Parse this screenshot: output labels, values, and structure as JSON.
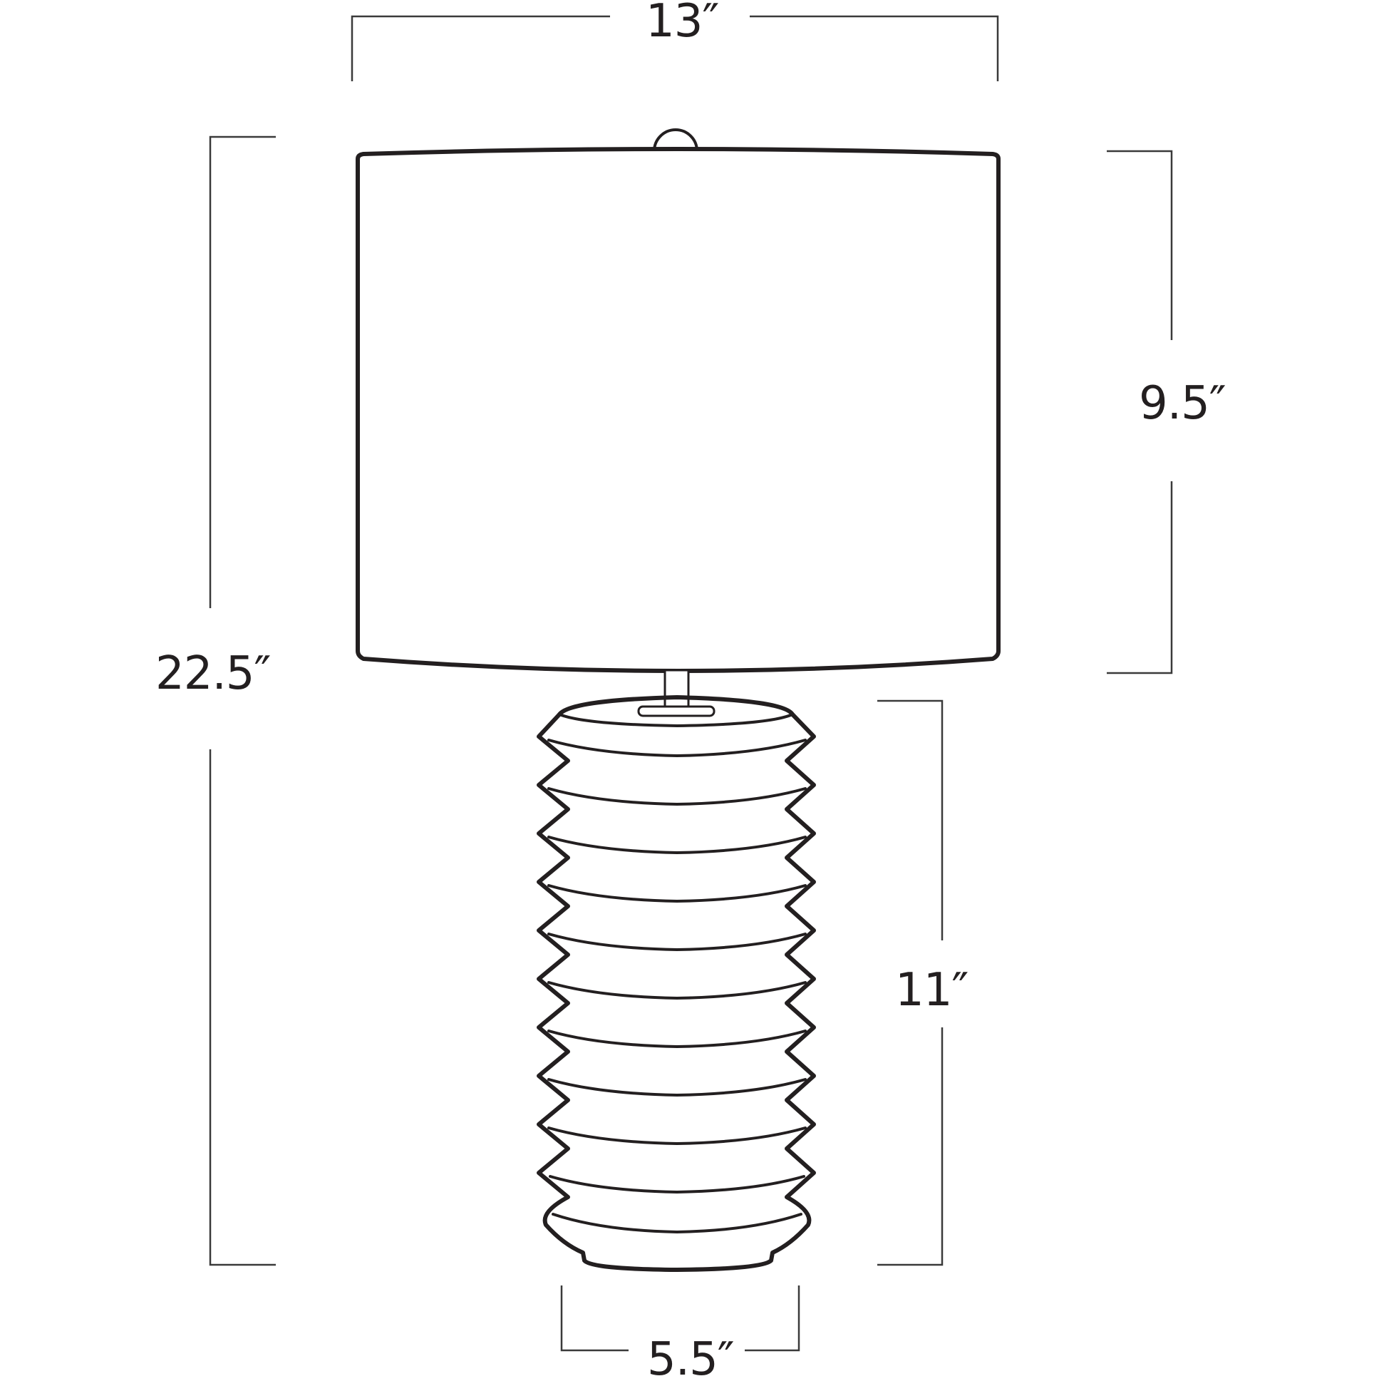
{
  "diagram": {
    "subject": "Table lamp dimension drawing",
    "line_color": "#231f20",
    "dimension_line_color": "#3a3a3a",
    "background": "#ffffff",
    "dimensions": {
      "shade_width": "13″",
      "shade_height": "9.5″",
      "overall_height": "22.5″",
      "base_height": "11″",
      "base_width": "5.5″"
    },
    "base_ridge_count": 11
  }
}
